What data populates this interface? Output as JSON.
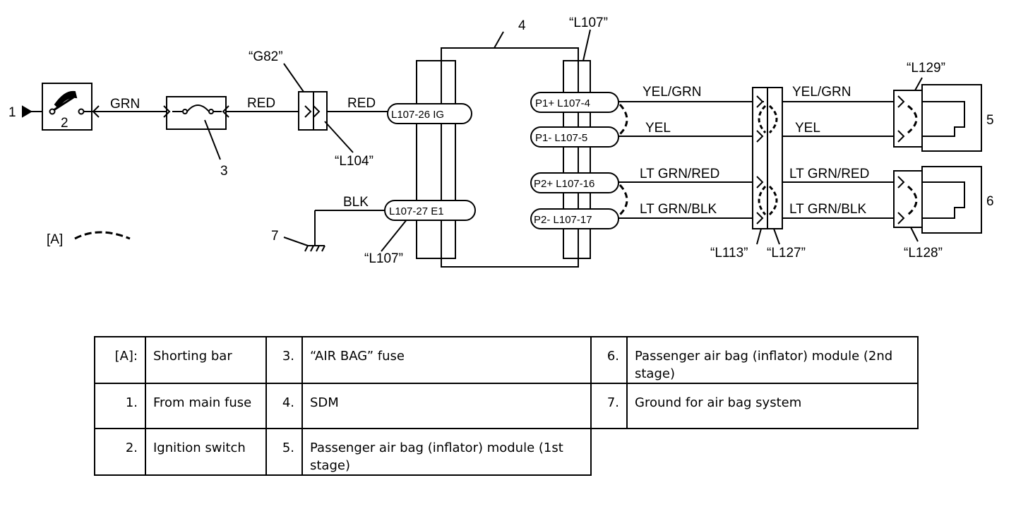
{
  "diagram": {
    "wire_labels": {
      "grn": "GRN",
      "red1": "RED",
      "red2": "RED",
      "yel_grn1": "YEL/GRN",
      "yel_grn2": "YEL/GRN",
      "yel1": "YEL",
      "yel2": "YEL",
      "lt_grn_red1": "LT GRN/RED",
      "lt_grn_red2": "LT GRN/RED",
      "lt_grn_blk1": "LT GRN/BLK",
      "lt_grn_blk2": "LT GRN/BLK",
      "blk": "BLK"
    },
    "connector_labels": {
      "g82": "“G82”",
      "l104": "“L104”",
      "l107_top": "“L107”",
      "l107_bottom": "“L107”",
      "l129": "“L129”",
      "l128": "“L128”",
      "l113": "“L113”",
      "l127": "“L127”"
    },
    "pin_labels": {
      "l107_26": "L107-26  IG",
      "l107_27": "L107-27  E1",
      "p1_plus": "P1+  L107-4",
      "p1_minus": "P1-   L107-5",
      "p2_plus": "P2+ L107-16",
      "p2_minus": "P2-  L107-17"
    },
    "numbers": {
      "n1": "1",
      "n2": "2",
      "n3": "3",
      "n4": "4",
      "n5": "5",
      "n6": "6",
      "n7": "7"
    },
    "shorting_bar_key": "[A]"
  },
  "legend": [
    [
      {
        "key": "[A]:",
        "text": "Shorting bar"
      },
      {
        "key": "3.",
        "text": "“AIR BAG” fuse"
      },
      {
        "key": "6.",
        "text": "Passenger air bag (inflator) module (2nd stage)"
      }
    ],
    [
      {
        "key": "1.",
        "text": "From main fuse"
      },
      {
        "key": "4.",
        "text": "SDM"
      },
      {
        "key": "7.",
        "text": "Ground for air bag system"
      }
    ],
    [
      {
        "key": "2.",
        "text": "Ignition switch"
      },
      {
        "key": "5.",
        "text": "Passenger air bag (inflator) module (1st stage)"
      }
    ]
  ]
}
